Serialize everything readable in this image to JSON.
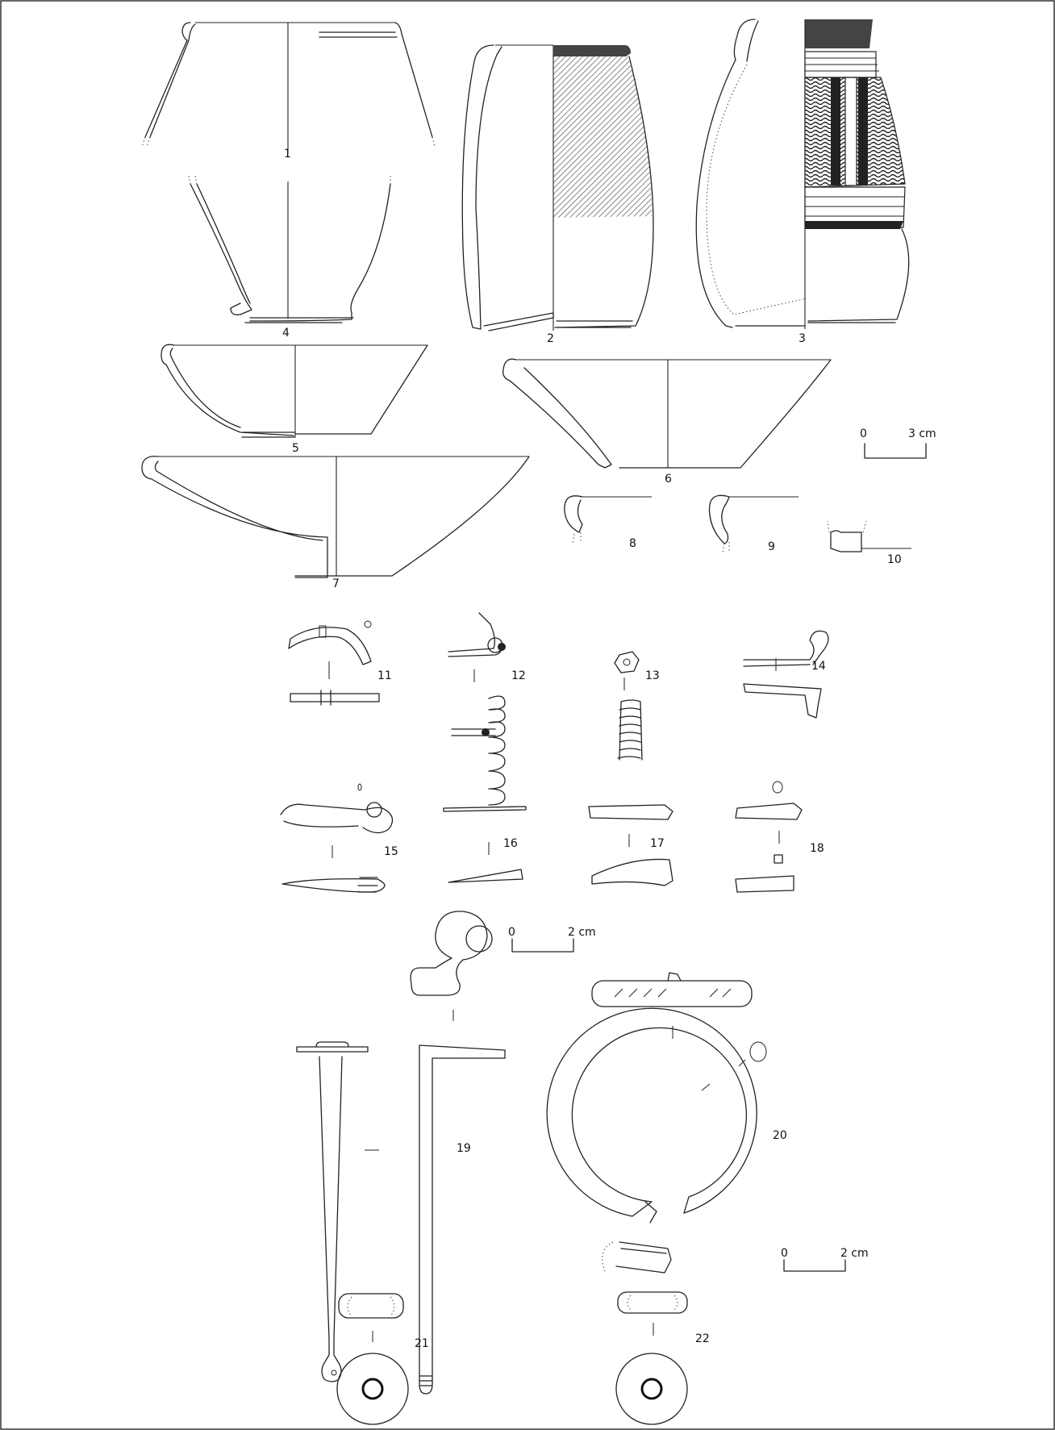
{
  "figure": {
    "frame_color": "#333333",
    "hatch_color": "#555555",
    "dark_fill": "#444444"
  },
  "scales": {
    "pottery": {
      "start": "0",
      "end": "3 cm"
    },
    "small_finds": {
      "start": "0",
      "end": "2 cm"
    },
    "ornaments": {
      "start": "0",
      "end": "2 cm"
    }
  },
  "pottery": [
    {
      "id": "1",
      "type": "jar rim"
    },
    {
      "id": "4",
      "type": "jar base"
    },
    {
      "id": "2",
      "type": "painted beaker"
    },
    {
      "id": "3",
      "type": "painted jar"
    },
    {
      "id": "5",
      "type": "bowl"
    },
    {
      "id": "6",
      "type": "bowl"
    },
    {
      "id": "7",
      "type": "large bowl"
    },
    {
      "id": "8",
      "type": "rim sherd"
    },
    {
      "id": "9",
      "type": "rim sherd"
    },
    {
      "id": "10",
      "type": "base sherd"
    }
  ],
  "small_finds": [
    {
      "id": "11"
    },
    {
      "id": "12"
    },
    {
      "id": "13"
    },
    {
      "id": "14"
    },
    {
      "id": "15"
    },
    {
      "id": "16"
    },
    {
      "id": "17"
    },
    {
      "id": "18"
    }
  ],
  "ornaments": [
    {
      "id": "19"
    },
    {
      "id": "20"
    },
    {
      "id": "21"
    },
    {
      "id": "22"
    }
  ]
}
